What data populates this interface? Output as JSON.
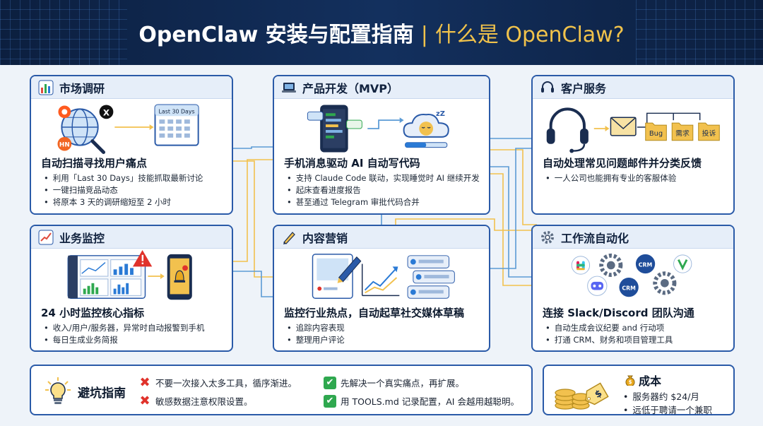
{
  "header": {
    "title_main": "OpenClaw 安装与配置指南",
    "separator": "|",
    "title_sub": "什么是 OpenClaw?"
  },
  "cards": {
    "market": {
      "title": "市场调研",
      "calendar_label": "Last 30 Days",
      "badge_hn": "HN",
      "badge_x": "X",
      "headline": "自动扫描寻找用户痛点",
      "bullets": [
        "利用「Last 30 Days」技能抓取最新讨论",
        "一键扫描竞品动态",
        "将原本 3 天的调研缩短至 2 小时"
      ]
    },
    "product": {
      "title": "产品开发（MVP）",
      "sleep_label": "zZ",
      "headline": "手机消息驱动 AI 自动写代码",
      "bullets": [
        "支持 Claude Code 联动，实现睡觉时 AI 继续开发",
        "起床查看进度报告",
        "甚至通过 Telegram 审批代码合并"
      ]
    },
    "service": {
      "title": "客户服务",
      "folders": [
        "Bug",
        "需求",
        "投诉"
      ],
      "headline": "自动处理常见问题邮件并分类反馈",
      "bullets": [
        "一人公司也能拥有专业的客服体验"
      ]
    },
    "monitor": {
      "title": "业务监控",
      "headline": "24 小时监控核心指标",
      "bullets": [
        "收入/用户/服务器，异常时自动报警到手机",
        "每日生成业务简报"
      ]
    },
    "content": {
      "title": "内容营销",
      "headline": "监控行业热点，自动起草社交媒体草稿",
      "bullets": [
        "追踪内容表现",
        "整理用户评论"
      ]
    },
    "workflow": {
      "title": "工作流自动化",
      "crm_label": "CRM",
      "headline": "连接 Slack/Discord 团队沟通",
      "bullets": [
        "自动生成会议纪要 and 行动项",
        "打通 CRM、财务和项目管理工具"
      ]
    }
  },
  "tips": {
    "label": "避坑指南",
    "dont": [
      "不要一次接入太多工具，循序渐进。",
      "敏感数据注意权限设置。"
    ],
    "do": [
      "先解决一个真实痛点，再扩展。",
      "用 TOOLS.md 记录配置，AI 会越用越聪明。"
    ]
  },
  "cost": {
    "title": "成本",
    "items": [
      "服务器约 $24/月",
      "远低于聘请一个兼职"
    ]
  },
  "colors": {
    "header_bg": "#13305e",
    "accent_gold": "#f0c24b",
    "card_border": "#2a5aa8",
    "connector_blue": "#5b9bd5",
    "connector_gold": "#f2c14e",
    "error_red": "#e0322b",
    "success_green": "#2fa84f"
  }
}
